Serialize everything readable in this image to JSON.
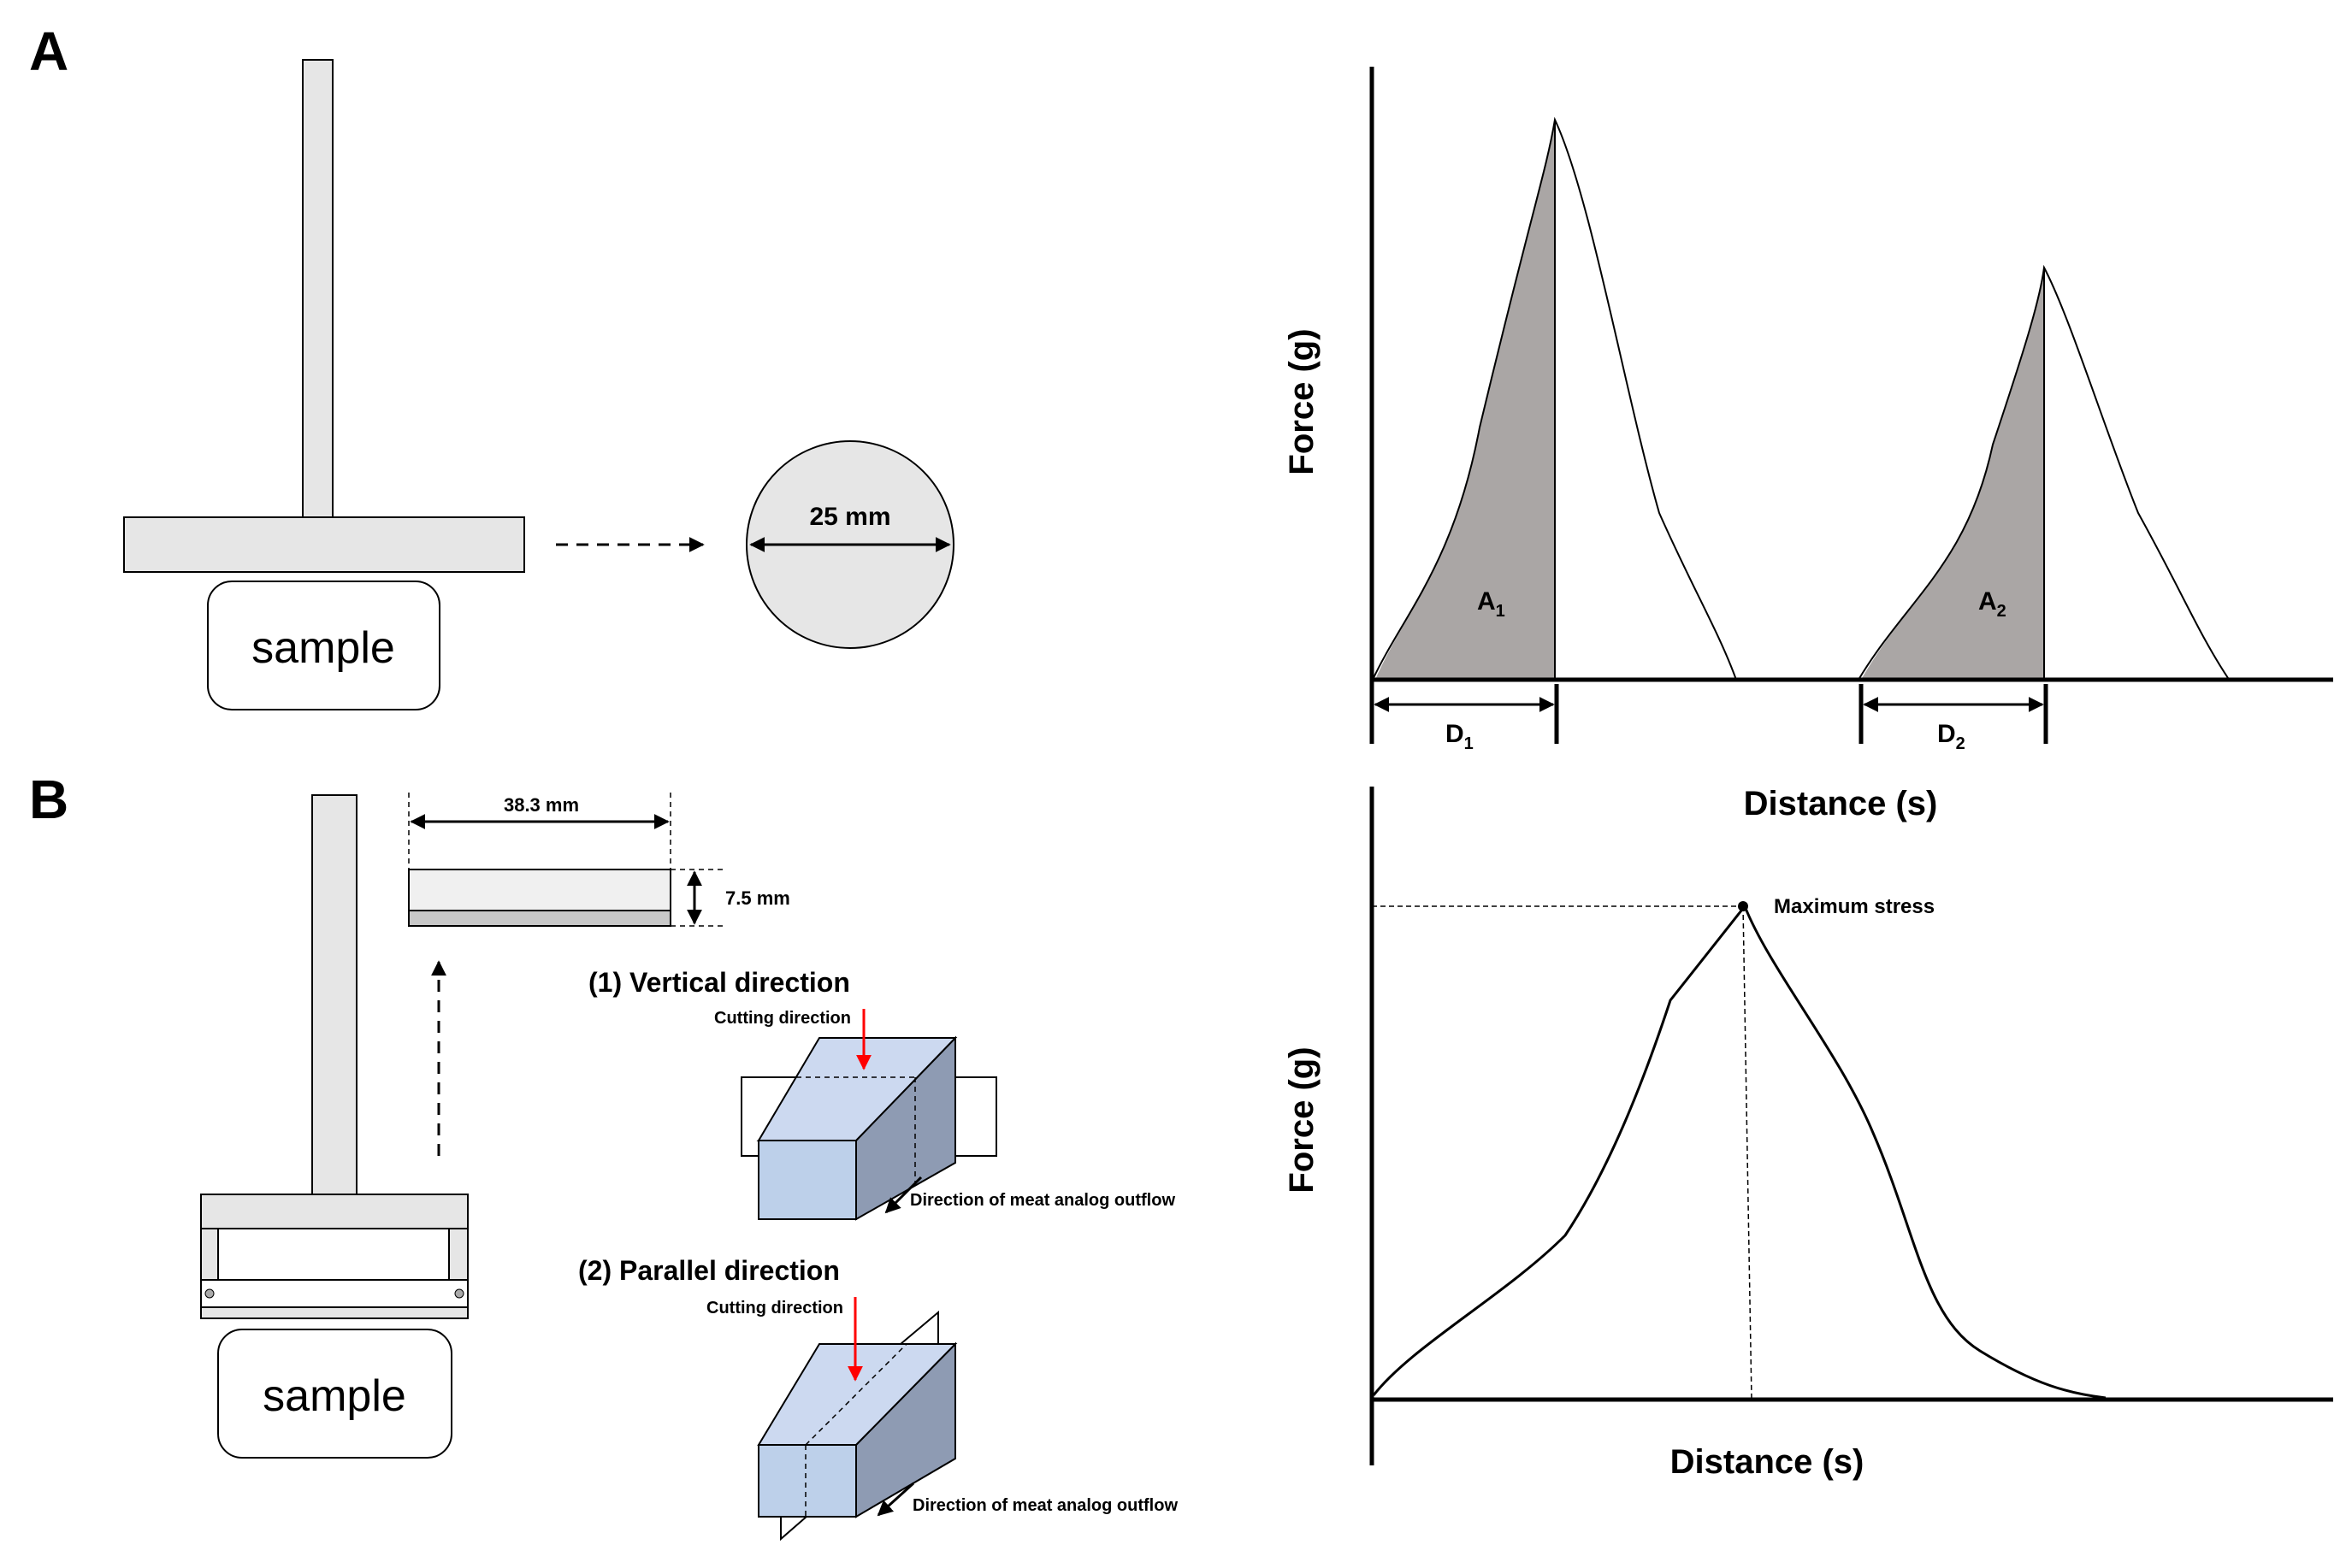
{
  "panel_a": {
    "letter": "A",
    "sample_label": "sample",
    "diameter_label": "25 mm",
    "graph": {
      "xlabel": "Distance (s)",
      "ylabel": "Force (g)",
      "area_1_main": "A",
      "area_1_sub": "1",
      "area_2_main": "A",
      "area_2_sub": "2",
      "dist_1_main": "D",
      "dist_1_sub": "1",
      "dist_2_main": "D",
      "dist_2_sub": "2"
    }
  },
  "panel_b": {
    "letter": "B",
    "sample_label": "sample",
    "length_label": "38.3 mm",
    "height_label": "7.5 mm",
    "vertical_title": "(1) Vertical direction",
    "parallel_title": "(2) Parallel direction",
    "cutting_direction_1": "Cutting direction",
    "cutting_direction_2": "Cutting direction",
    "outflow_1": "Direction of meat analog outflow",
    "outflow_2": "Direction of meat analog outflow",
    "graph": {
      "xlabel": "Distance (s)",
      "ylabel": "Force (g)",
      "peak_label": "Maximum stress"
    }
  },
  "colors": {
    "probe_fill": "#e6e6e6",
    "area_fill": "#aaa6a5",
    "block_front": "#bdd0ea",
    "block_top": "#ccd9f0",
    "block_side": "#8e9bb3",
    "cut_arrow": "#ff0000",
    "outline": "#000000"
  }
}
